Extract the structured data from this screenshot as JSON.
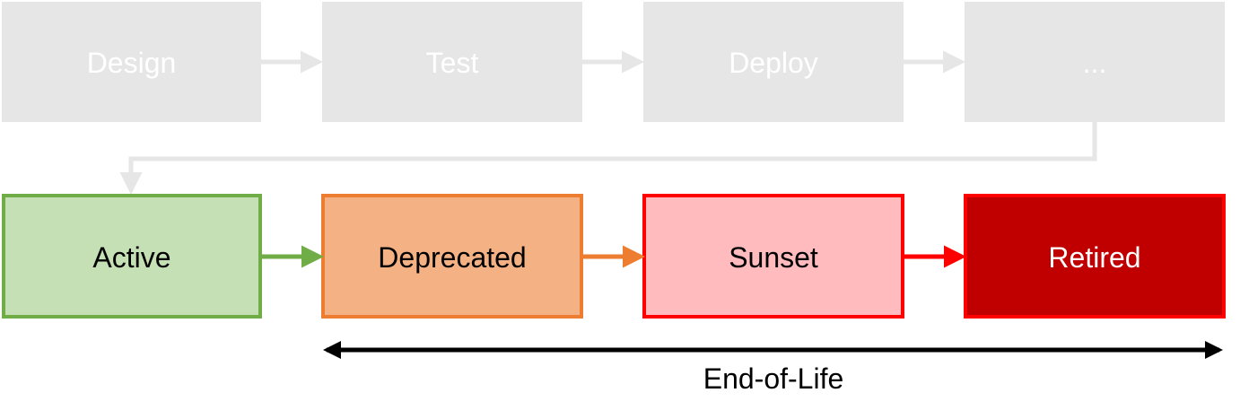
{
  "top_row": {
    "steps": [
      {
        "id": "design",
        "label": "Design"
      },
      {
        "id": "test",
        "label": "Test"
      },
      {
        "id": "deploy",
        "label": "Deploy"
      },
      {
        "id": "ellipsis",
        "label": "..."
      }
    ],
    "box_fill": "#e6e6e6",
    "text_color": "#ffffff",
    "arrow_color": "#e6e6e6"
  },
  "bottom_row": {
    "steps": [
      {
        "id": "active",
        "label": "Active",
        "fill": "#c5e0b4",
        "stroke": "#70ad47",
        "text_color": "#000000"
      },
      {
        "id": "deprecated",
        "label": "Deprecated",
        "fill": "#f4b183",
        "stroke": "#ed7d31",
        "text_color": "#000000"
      },
      {
        "id": "sunset",
        "label": "Sunset",
        "fill": "#ffbbbd",
        "stroke": "#ff0000",
        "text_color": "#000000"
      },
      {
        "id": "retired",
        "label": "Retired",
        "fill": "#c00000",
        "stroke": "#ff0000",
        "text_color": "#ffffff"
      }
    ],
    "arrow_colors": [
      "#70ad47",
      "#ed7d31",
      "#ff0000"
    ]
  },
  "end_of_life": {
    "label": "End-of-Life",
    "color": "#000000"
  }
}
